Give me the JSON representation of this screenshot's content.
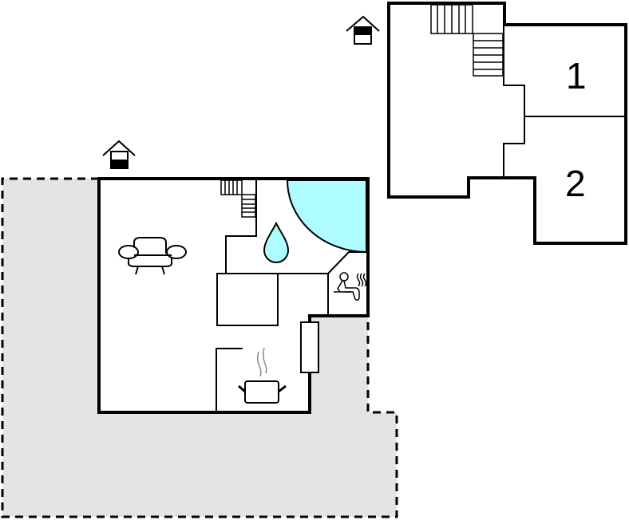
{
  "floorplan": {
    "colors": {
      "wall": "#000000",
      "terrace": "#e4e4e4",
      "water": "#aefcff",
      "background": "#ffffff",
      "steam": "#888888"
    },
    "ground_floor": {
      "floor_indicator_icon": "floor-ground-icon",
      "rooms": [
        {
          "name": "living-room",
          "icon": "sofa-icon"
        },
        {
          "name": "bathroom",
          "icon": "water-drop-icon"
        },
        {
          "name": "whirlpool",
          "icon": "quarter-circle-pool"
        },
        {
          "name": "sauna",
          "icon": "sauna-icon"
        },
        {
          "name": "kitchen",
          "icon": "cooking-pot-icon"
        },
        {
          "name": "staircase",
          "icon": "stairs-icon"
        }
      ],
      "terrace": "terrace-area"
    },
    "upper_floor": {
      "floor_indicator_icon": "floor-upper-icon",
      "rooms": [
        {
          "name": "bedroom-1",
          "label": "1"
        },
        {
          "name": "bedroom-2",
          "label": "2"
        },
        {
          "name": "staircase",
          "icon": "stairs-icon"
        }
      ]
    }
  }
}
